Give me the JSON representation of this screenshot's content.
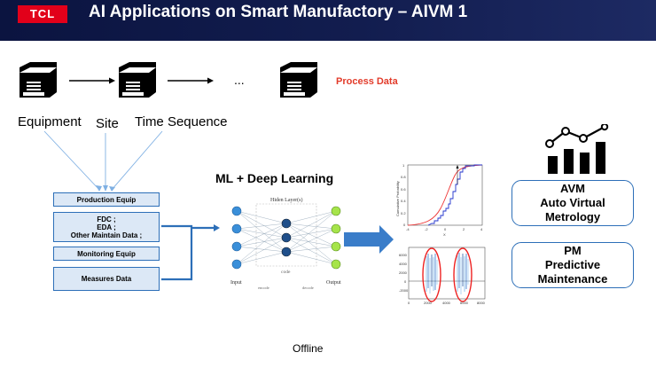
{
  "header": {
    "logo": "TCL",
    "title": "AI Applications on Smart Manufactory – AIVM 1"
  },
  "flow": {
    "ellipsis": "...",
    "process_data": "Process Data",
    "labels": [
      "Equipment",
      "Site",
      "Time Sequence"
    ]
  },
  "sources": {
    "items": [
      "Production Equip",
      "FDC ;\nEDA ;\nOther Maintain Data ;",
      "Monitoring Equip",
      "Measures Data"
    ]
  },
  "ml": {
    "title": "ML + Deep Learning",
    "hidden_label": "Hiden Layer(s)",
    "input_label": "Input",
    "output_label": "Output",
    "code_label": "code",
    "encode_label": "encode",
    "decode_label": "decode"
  },
  "plot1": {
    "ylabel": "Cumulative Probability",
    "xlabel": "X",
    "yticks": [
      "1",
      "0.8",
      "0.6",
      "0.4",
      "0.2",
      "0"
    ],
    "xticks": [
      "-4",
      "-2",
      "0",
      "2",
      "4"
    ]
  },
  "plot2": {
    "yticks": [
      "-2000",
      "0",
      "2000",
      "4000",
      "6000"
    ],
    "xticks": [
      "0",
      "2000",
      "4000",
      "6000",
      "8000"
    ]
  },
  "results": {
    "avm": "AVM\nAuto Virtual\nMetrology",
    "pm": "PM\nPredictive\nMaintenance"
  },
  "footer": {
    "offline": "Offline"
  },
  "colors": {
    "header_bg": "#121d4f",
    "brand_red": "#e2001a",
    "accent_blue": "#2d6fb8",
    "process_red": "#e23b2a"
  }
}
